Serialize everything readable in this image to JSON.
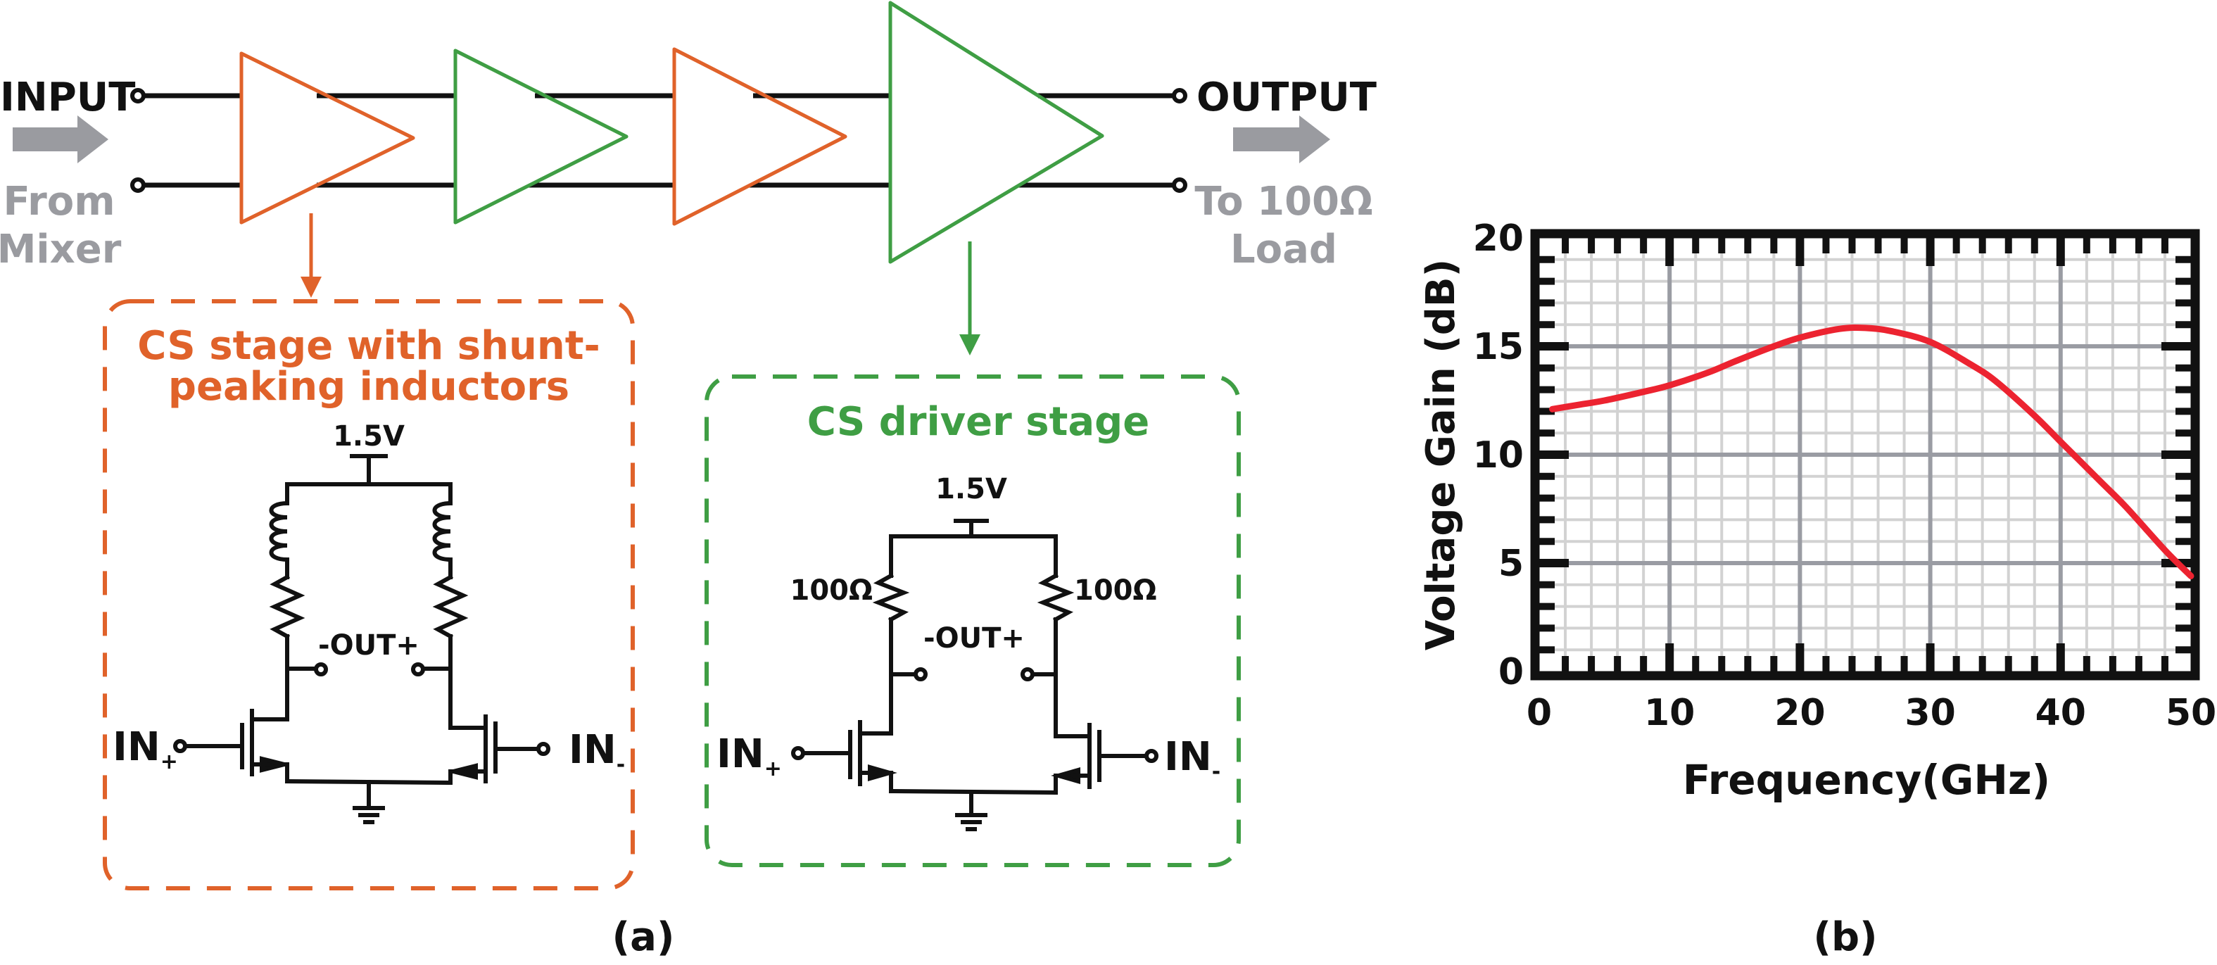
{
  "colors": {
    "orange": "#e0622a",
    "green": "#3f9e44",
    "gray_text": "#9a9ba0",
    "curve": "#ec2330",
    "grid_major": "#9a9ca3",
    "grid_minor": "#d2d2d2"
  },
  "panel_a": {
    "label": "(a)",
    "input_label": "INPUT",
    "input_source_line1": "From",
    "input_source_line2": "Mixer",
    "output_label": "OUTPUT",
    "output_dest_line1": "To 100Ω",
    "output_dest_line2": "Load",
    "stages": [
      {
        "type": "shunt-peaking",
        "color": "orange"
      },
      {
        "type": "driver",
        "color": "green"
      },
      {
        "type": "shunt-peaking",
        "color": "orange"
      },
      {
        "type": "driver",
        "color": "green"
      }
    ],
    "box_left": {
      "title_line1": "CS stage with shunt-",
      "title_line2": "peaking inductors",
      "supply": "1.5V",
      "out_label": "-OUT+",
      "in_plus": "IN",
      "in_plus_sub": "+",
      "in_minus": "IN",
      "in_minus_sub": "-"
    },
    "box_right": {
      "title": "CS driver stage",
      "supply": "1.5V",
      "r_left": "100Ω",
      "r_right": "100Ω",
      "out_label": "-OUT+",
      "in_plus": "IN",
      "in_plus_sub": "+",
      "in_minus": "IN",
      "in_minus_sub": "-"
    }
  },
  "panel_b": {
    "label": "(b)"
  },
  "chart_data": {
    "type": "line",
    "title": "",
    "xlabel": "Frequency(GHz)",
    "ylabel": "Voltage Gain (dB)",
    "xlim": [
      0,
      50
    ],
    "ylim": [
      0,
      20
    ],
    "x_ticks": [
      0,
      10,
      20,
      30,
      40,
      50
    ],
    "y_ticks": [
      0,
      5,
      10,
      15,
      20
    ],
    "x_minor_step": 2,
    "y_minor_step": 1,
    "grid": true,
    "legend": "none",
    "series": [
      {
        "name": "Voltage Gain",
        "x": [
          1,
          3,
          5,
          8,
          10,
          13,
          15,
          18,
          20,
          23,
          25,
          27,
          30,
          33,
          35,
          38,
          40,
          43,
          45,
          48,
          50
        ],
        "y": [
          12.1,
          12.3,
          12.5,
          12.9,
          13.2,
          13.8,
          14.3,
          15.0,
          15.4,
          15.8,
          15.85,
          15.7,
          15.2,
          14.2,
          13.4,
          11.8,
          10.6,
          8.8,
          7.6,
          5.6,
          4.4
        ]
      }
    ]
  }
}
